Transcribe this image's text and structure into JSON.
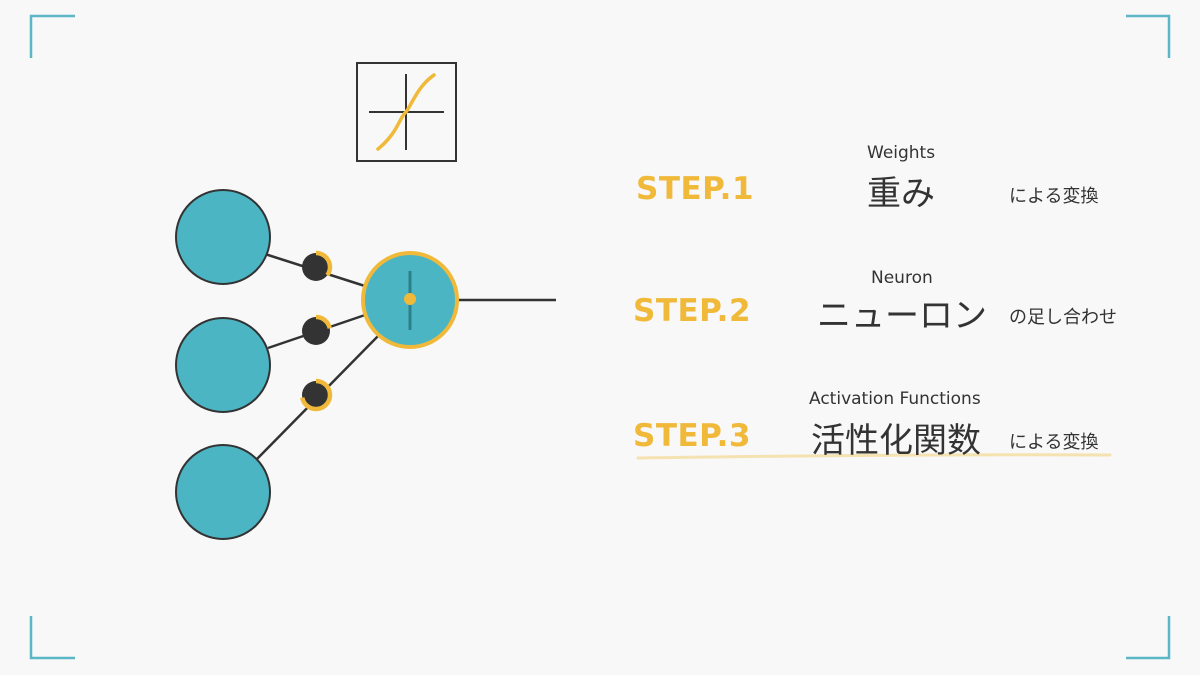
{
  "colors": {
    "background": "#f8f8f8",
    "accent": "#f0b93a",
    "node_fill": "#4cb5c4",
    "stroke": "#333333",
    "corner": "#5bb7c6"
  },
  "icons": [
    "activation-function-icon",
    "input-neuron",
    "weight-dial",
    "output-neuron"
  ],
  "steps": [
    {
      "label": "STEP.1",
      "sub": "Weights",
      "main": "重み",
      "tail": "による変換"
    },
    {
      "label": "STEP.2",
      "sub": "Neuron",
      "main": "ニューロン",
      "tail": "の足し合わせ"
    },
    {
      "label": "STEP.3",
      "sub": "Activation Functions",
      "main": "活性化関数",
      "tail": "による変換"
    }
  ],
  "weights": [
    {
      "fraction": 0.35
    },
    {
      "fraction": 0.22
    },
    {
      "fraction": 0.72
    }
  ]
}
